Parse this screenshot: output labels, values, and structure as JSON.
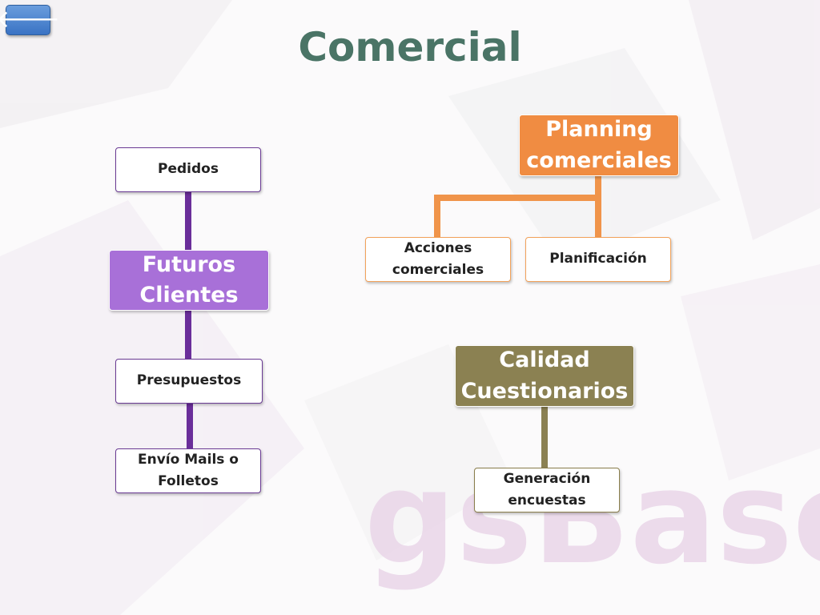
{
  "header": {
    "back_glyph": "🡐",
    "title": "Comercial"
  },
  "background": {
    "watermark": "gsBase"
  },
  "colors": {
    "title": "#4a7466",
    "purple_group": "#a870d8",
    "purple_line": "#6a2e9a",
    "orange_group": "#f08c42",
    "olive_group": "#8b8152"
  },
  "diagram": {
    "clientes": {
      "head": "Futuros\nClientes",
      "pedidos": "Pedidos",
      "presupuestos": "Presupuestos",
      "envio": "Envío Mails o\nFolletos"
    },
    "planning": {
      "head": "Planning\ncomerciales",
      "acciones": "Acciones\ncomerciales",
      "planificacion": "Planificación"
    },
    "calidad": {
      "head": "Calidad\nCuestionarios",
      "generacion": "Generación\nencuestas"
    }
  }
}
